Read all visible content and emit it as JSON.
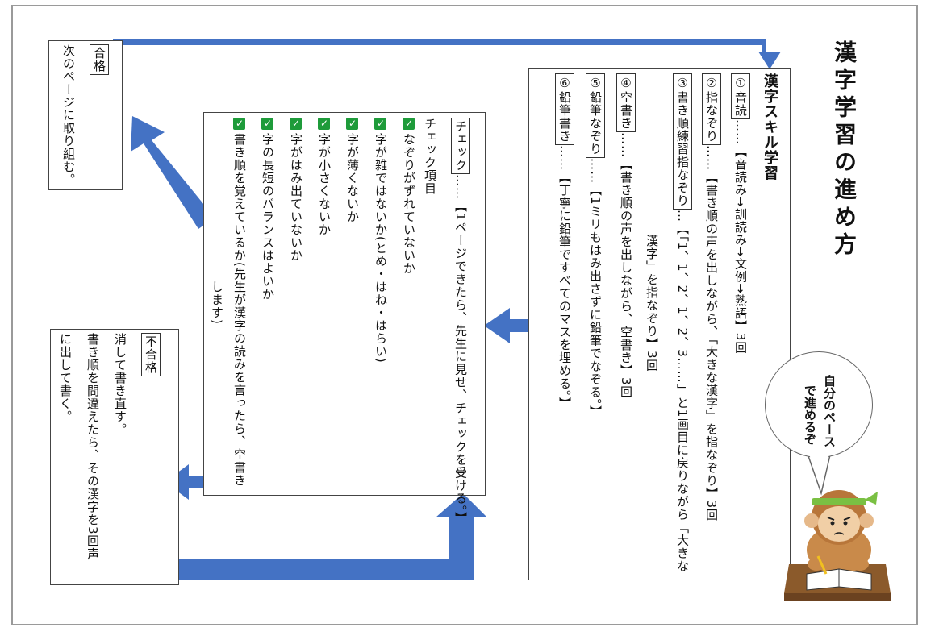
{
  "page_title": "漢字学習の進め方",
  "skill_box": {
    "heading": "漢字スキル学習",
    "steps": [
      {
        "tag": "①音読",
        "text": "……【音読み→訓読み→文例→熟語】3回"
      },
      {
        "tag": "②指なぞり",
        "text": "……【書き順の声を出しながら、「大きな漢字」を指なぞり】3回"
      },
      {
        "tag": "③書き順練習指なぞり",
        "text": "…【「1、1、2、1、2、3……」と1画目に戻りながら「大きな",
        "text2": "漢字」を指なぞり】3回"
      },
      {
        "tag": "④空書き",
        "text": "……【書き順の声を出しながら、空書き】3回"
      },
      {
        "tag": "⑤鉛筆なぞり",
        "text": "……【1ミリもはみ出さずに鉛筆でなぞる。】"
      },
      {
        "tag": "⑥鉛筆書き",
        "text": "……【丁寧に鉛筆ですべてのマスを埋める。】"
      }
    ]
  },
  "check_box": {
    "tag": "チェック",
    "text": "……【1ページできたら、先生に見せ、チェックを受ける。】",
    "items_title": "チェック項目",
    "items": [
      "なぞりがずれていないか",
      "字が雑ではないか(とめ・はね・はらい)",
      "字が薄くないか",
      "字が小さくないか",
      "字がはみ出ていないか",
      "字の長短のバランスはよいか",
      "書き順を覚えているか(先生が漢字の読みを言ったら、空書き"
    ],
    "last_line": "します)"
  },
  "pass_box": {
    "tag": "合格",
    "text": "次のページに取り組む。"
  },
  "fail_box": {
    "tag": "不合格",
    "lines": [
      "消して書き直す。",
      "書き順を間違えたら、その漢字を3回声",
      "に出して書く。"
    ]
  },
  "speech_bubble": {
    "lines": [
      "自分のペース",
      "で進めるぞ"
    ]
  },
  "colors": {
    "arrow": "#4472c4",
    "check": "#1e9b3a",
    "frame": "#9a9a9a"
  }
}
